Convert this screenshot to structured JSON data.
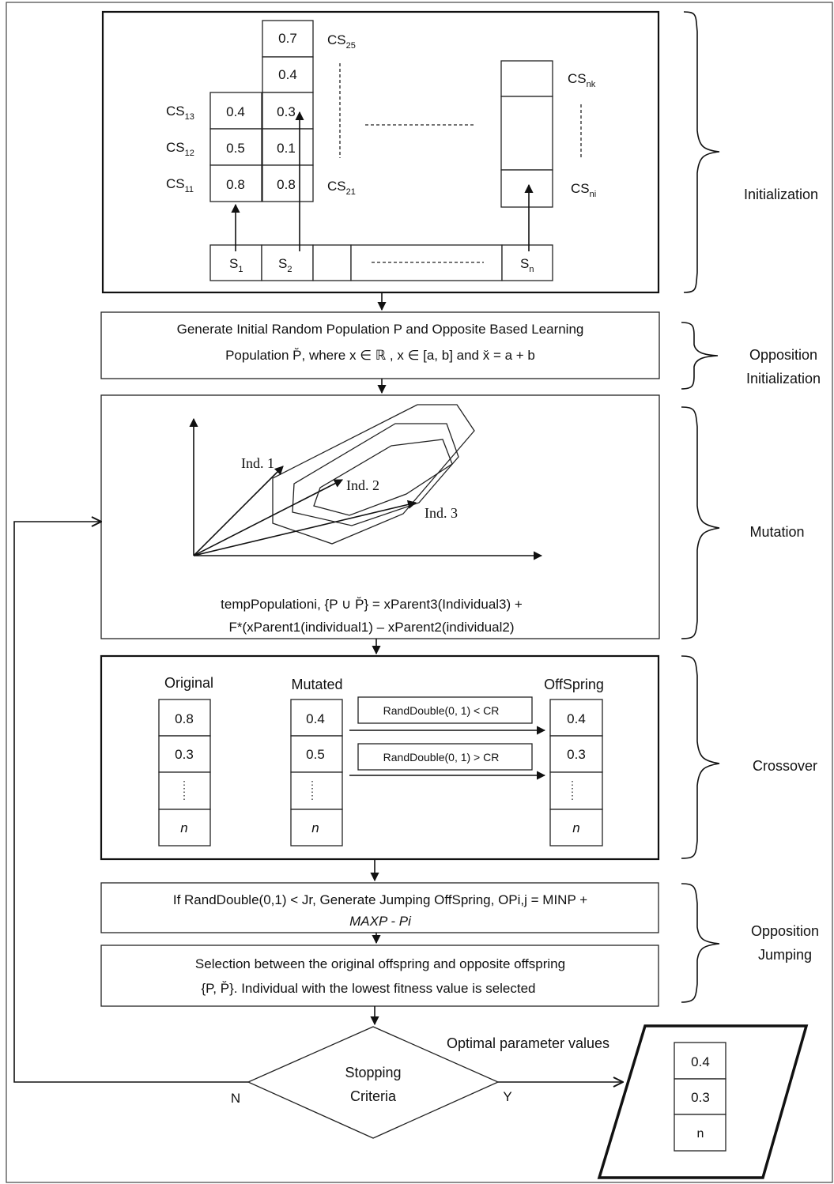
{
  "initialization": {
    "label": "Initialization",
    "col1_labels": [
      "CS13",
      "CS12",
      "CS11"
    ],
    "col1_values": [
      "0.4",
      "0.5",
      "0.8"
    ],
    "col2_values": [
      "0.7",
      "0.4",
      "0.3",
      "0.1",
      "0.8"
    ],
    "col2_top_label": "CS25",
    "col2_bottom_label": "CS21",
    "coln_top_label": "CSnk",
    "coln_bottom_label": "CSni",
    "stream_labels": [
      "S1",
      "S2",
      "Sn"
    ]
  },
  "opposition_init": {
    "text_line1": "Generate Initial Random Population P and Opposite Based Learning",
    "text_line2": "Population P̆, where x ∈ ℝ , x ∈ [a, b]  and  x̆ = a + b",
    "label_line1": "Opposition",
    "label_line2": "Initialization"
  },
  "mutation": {
    "label": "Mutation",
    "ind_labels": [
      "Ind. 1",
      "Ind. 2",
      "Ind. 3"
    ],
    "formula_line1": "tempPopulationi, {P ∪ P̆} = xParent3(Individual3) +",
    "formula_line2": "F*(xParent1(individual1) – xParent2(individual2)"
  },
  "crossover": {
    "label": "Crossover",
    "original_header": "Original",
    "mutated_header": "Mutated",
    "offspring_header": "OffSpring",
    "original_values": [
      "0.8",
      "0.3",
      "⋮",
      "n"
    ],
    "mutated_values": [
      "0.4",
      "0.5",
      "⋮",
      "n"
    ],
    "offspring_values": [
      "0.4",
      "0.3",
      "⋮",
      "n"
    ],
    "cond1": "RandDouble(0, 1) < CR",
    "cond2": "RandDouble(0, 1) > CR"
  },
  "opposition_jumping": {
    "text1_line1": "If RandDouble(0,1) < Jr, Generate Jumping OffSpring, OPi,j = MINP +",
    "text1_line2": "MAXP - Pi",
    "text2_line1": "Selection between the original offspring and opposite offspring",
    "text2_line2": "{P, P̆}. Individual with the lowest fitness value is selected",
    "label_line1": "Opposition",
    "label_line2": "Jumping"
  },
  "decision": {
    "text_line1": "Stopping",
    "text_line2": "Criteria",
    "no_label": "N",
    "yes_label": "Y"
  },
  "output": {
    "title": "Optimal parameter values",
    "values": [
      "0.4",
      "0.3",
      "n"
    ]
  }
}
